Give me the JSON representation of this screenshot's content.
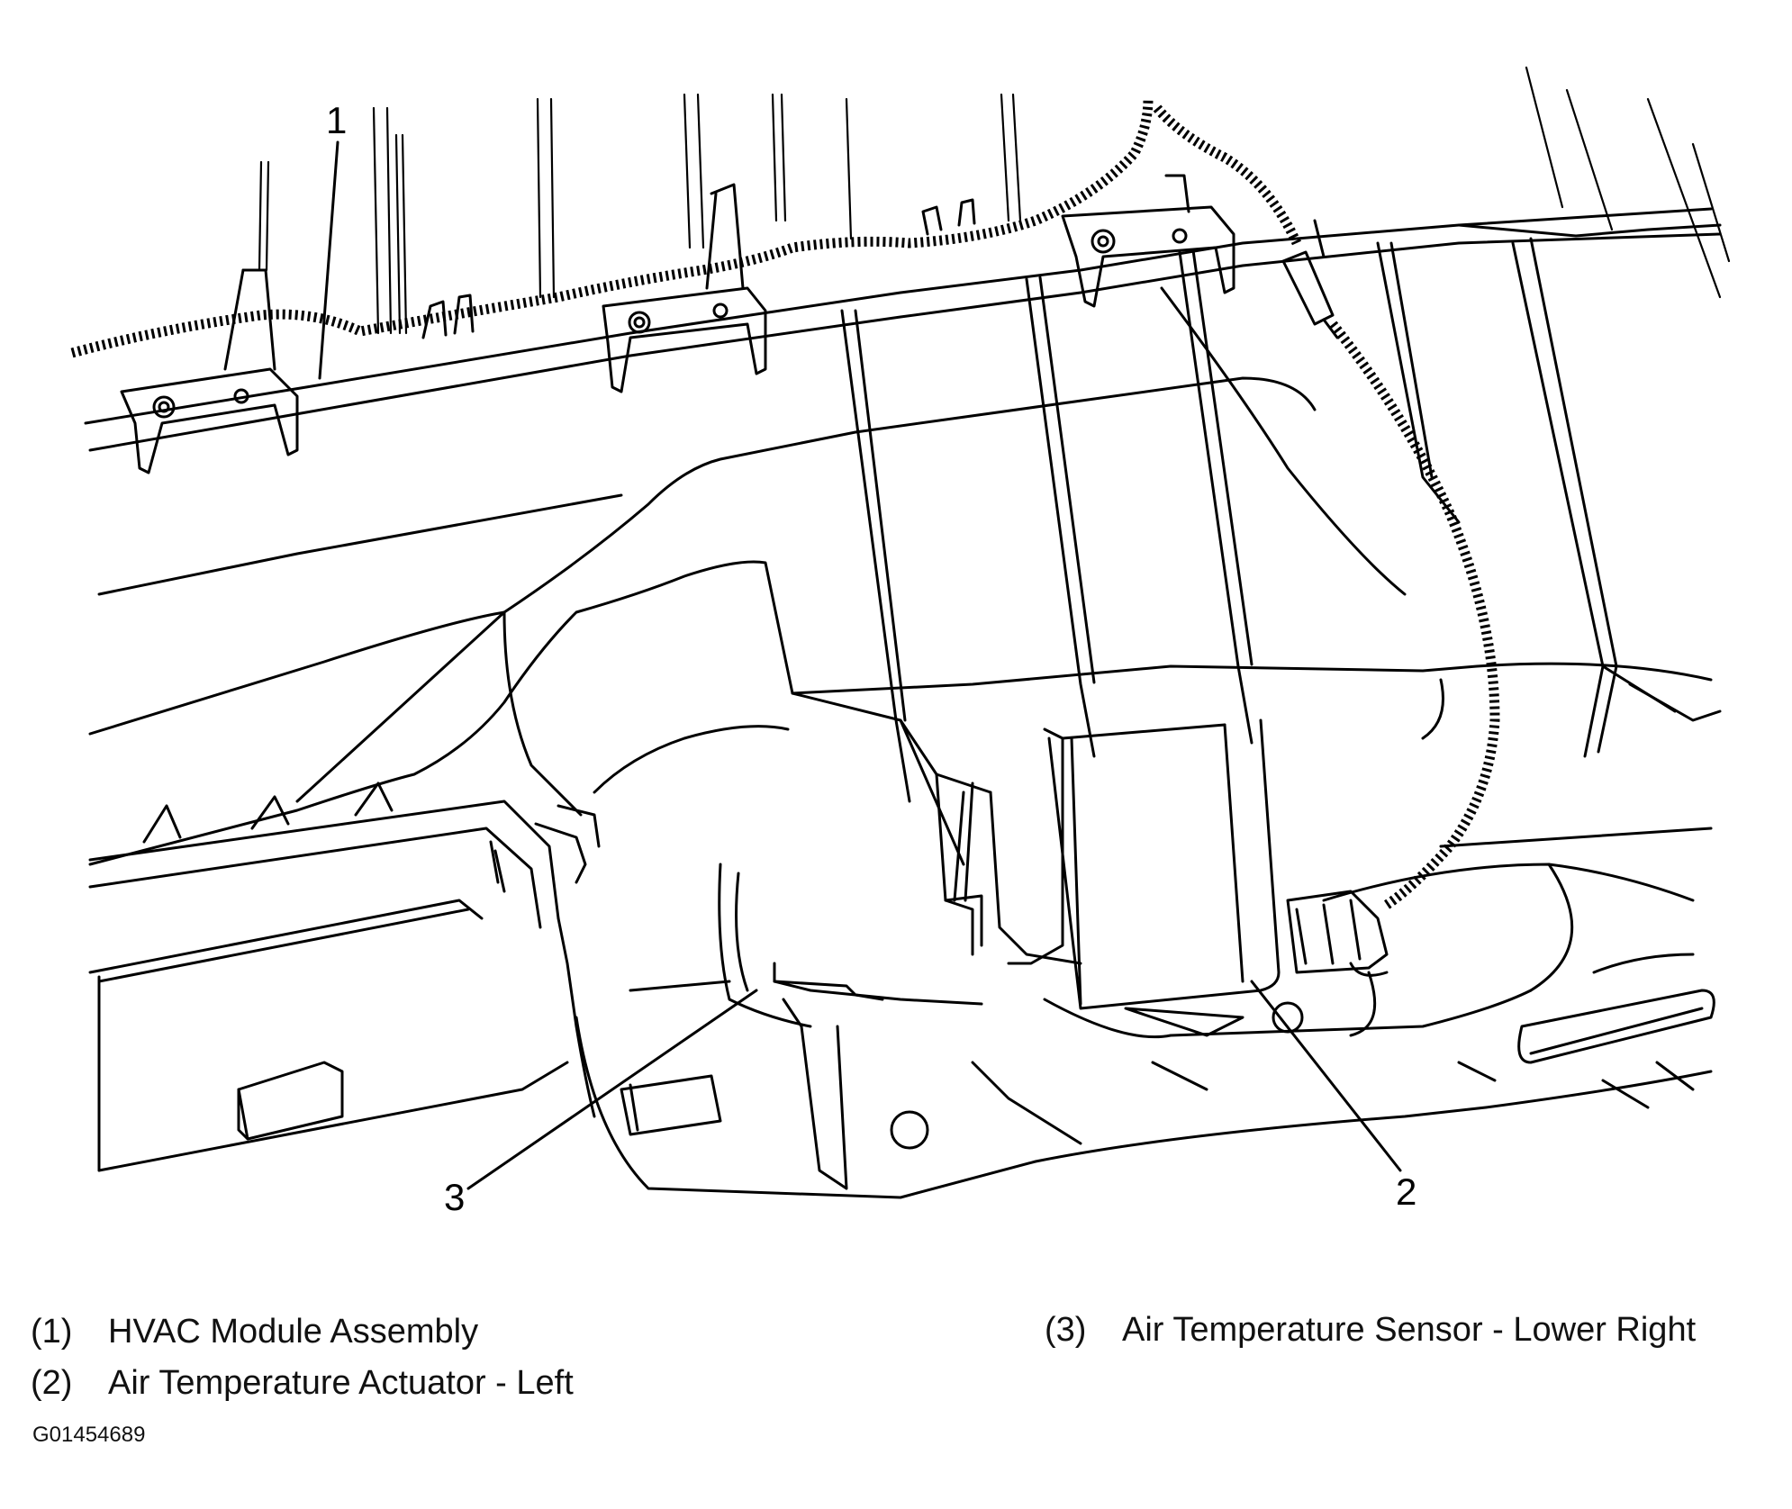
{
  "callouts": [
    {
      "number": "1"
    },
    {
      "number": "2"
    },
    {
      "number": "3"
    }
  ],
  "legend": [
    {
      "num": "(1)",
      "label": "HVAC Module Assembly"
    },
    {
      "num": "(2)",
      "label": "Air Temperature Actuator - Left"
    },
    {
      "num": "(3)",
      "label": "Air Temperature Sensor - Lower Right"
    }
  ],
  "figure_id": "G01454689"
}
